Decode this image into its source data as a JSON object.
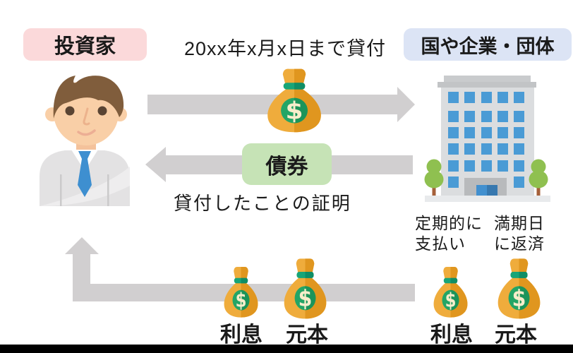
{
  "badges": {
    "investor": "投資家",
    "issuer": "国や企業・団体",
    "bond": "債券"
  },
  "captions": {
    "lend_period": "20xx年x月x日まで貸付",
    "bond_proof": "貸付したことの証明",
    "interest_note": {
      "line1": "定期的に",
      "line2": "支払い"
    },
    "principal_note": {
      "line1": "満期日",
      "line2": "に返済"
    }
  },
  "bags": {
    "currency_symbol": "$",
    "labels": {
      "interest": "利息",
      "principal": "元本"
    }
  },
  "colors": {
    "investor_badge": "#FBD9DA",
    "issuer_badge": "#DCE4F5",
    "bond_badge": "#C6E3B6",
    "arrow": "#D1CFD0",
    "bag_gold": "#EFAC3C",
    "bag_gold_dark": "#E0961F",
    "bag_band": "#17A578",
    "bag_band_dark": "#0F8E66",
    "bag_circle": "#23A566",
    "bag_circle_dark": "#1B945A",
    "bag_dollar": "#F7EDCB",
    "window_blue": "#4A9BD5",
    "tie_blue": "#3E8FD0",
    "text": "#1A1A1A",
    "bottom_bar": "#000000"
  }
}
